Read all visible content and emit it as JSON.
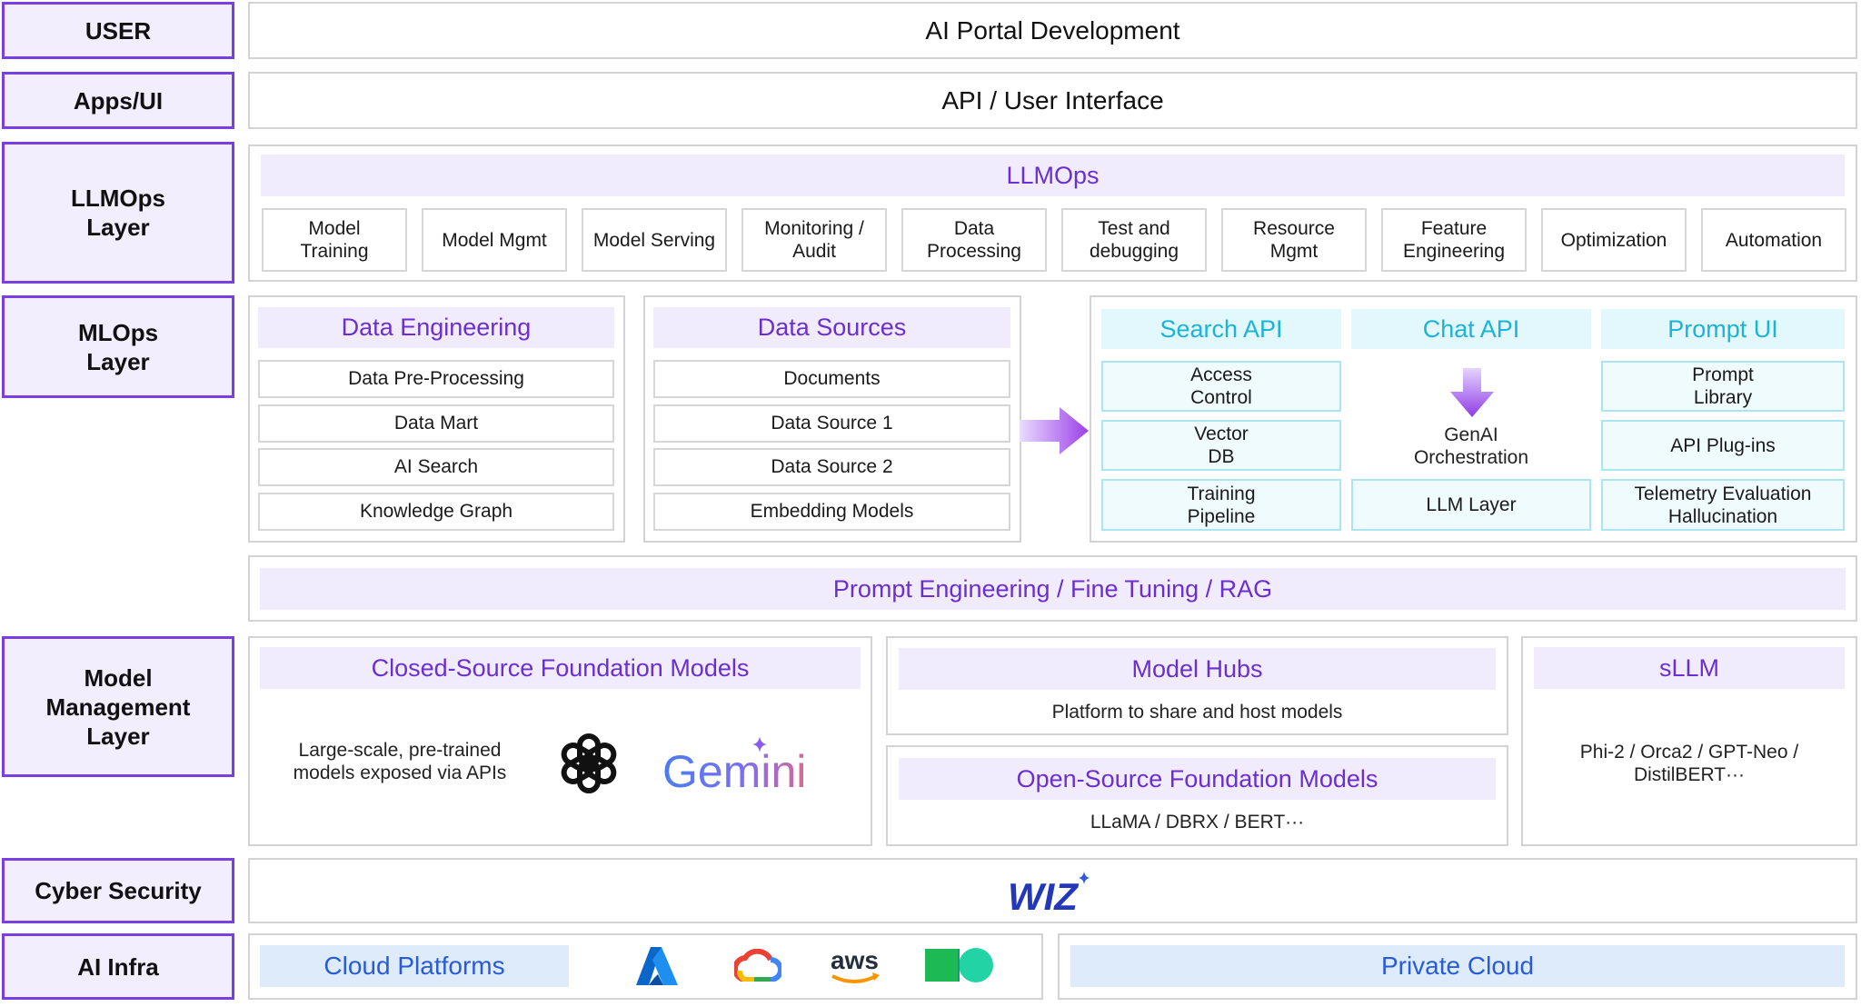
{
  "layers": {
    "user": "USER",
    "apps": "Apps/UI",
    "llmops": "LLMOps\nLayer",
    "mlops": "MLOps\nLayer",
    "model_mgmt": "Model\nManagement\nLayer",
    "cyber": "Cyber Security",
    "infra": "AI Infra"
  },
  "user_row": {
    "text": "AI Portal Development"
  },
  "apps_row": {
    "text": "API / User Interface"
  },
  "llmops": {
    "title": "LLMOps",
    "items": [
      "Model\nTraining",
      "Model Mgmt",
      "Model Serving",
      "Monitoring /\nAudit",
      "Data\nProcessing",
      "Test and\ndebugging",
      "Resource\nMgmt",
      "Feature\nEngineering",
      "Optimization",
      "Automation"
    ]
  },
  "mlops": {
    "data_engineering": {
      "title": "Data Engineering",
      "items": [
        "Data Pre-Processing",
        "Data Mart",
        "AI Search",
        "Knowledge Graph"
      ]
    },
    "data_sources": {
      "title": "Data Sources",
      "items": [
        "Documents",
        "Data Source 1",
        "Data Source 2",
        "Embedding Models"
      ]
    },
    "search_api": {
      "title": "Search API",
      "items": [
        "Access\nControl",
        "Vector\nDB",
        "Training\nPipeline"
      ]
    },
    "chat_api": {
      "title": "Chat API",
      "orchestration": "GenAI\nOrchestration",
      "llm_layer": "LLM Layer"
    },
    "prompt_ui": {
      "title": "Prompt UI",
      "items": [
        "Prompt\nLibrary",
        "API Plug-ins",
        "Telemetry Evaluation\nHallucination"
      ]
    },
    "prompt_engineering": "Prompt Engineering / Fine Tuning / RAG"
  },
  "model_mgmt": {
    "closed": {
      "title": "Closed-Source Foundation Models",
      "desc": "Large-scale, pre-trained\nmodels exposed via APIs",
      "gemini_logo": "Gemini"
    },
    "hubs": {
      "title": "Model Hubs",
      "desc": "Platform to share and host models"
    },
    "open": {
      "title": "Open-Source Foundation Models",
      "desc": "LLaMA / DBRX / BERT···"
    },
    "sllm": {
      "title": "sLLM",
      "desc": "Phi-2 / Orca2 / GPT-Neo /\nDistilBERT···"
    }
  },
  "cyber": {
    "logo": "WIZ"
  },
  "infra": {
    "cloud": "Cloud Platforms",
    "aws_logo": "aws",
    "private": "Private Cloud"
  },
  "colors": {
    "accent": "#7a3fe0",
    "purple_text": "#6b2fd0",
    "cyan_text": "#1bb3d6",
    "blue_text": "#2a5bd7"
  }
}
